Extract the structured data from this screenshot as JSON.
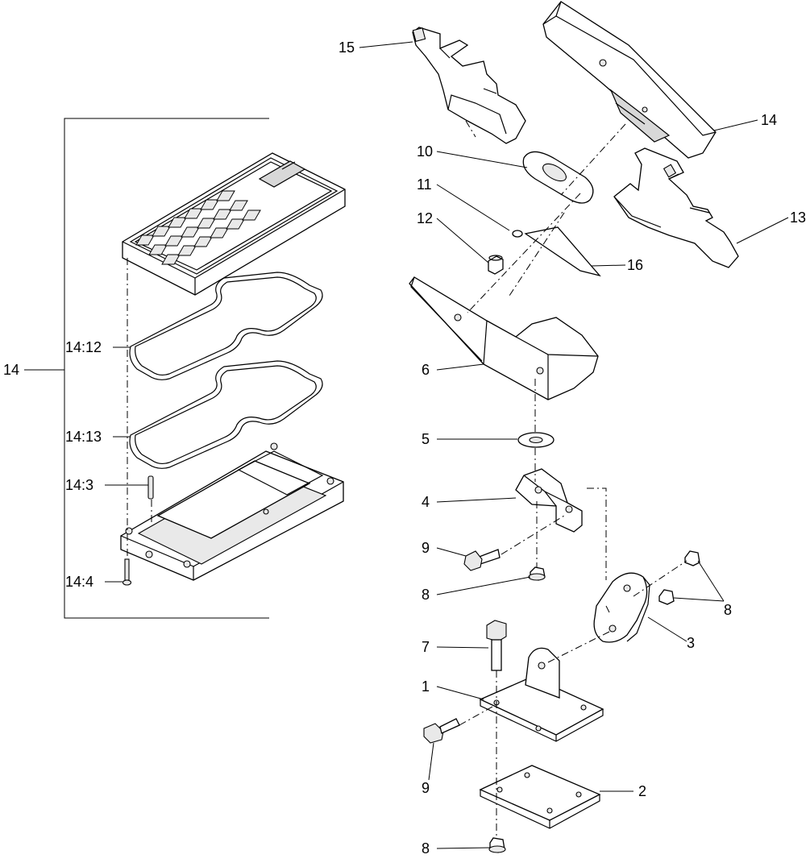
{
  "labels": {
    "l14_main": "14",
    "l14_12": "14:12",
    "l14_13": "14:13",
    "l14_3": "14:3",
    "l14_4": "14:4",
    "l15": "15",
    "l14": "14",
    "l10": "10",
    "l11": "11",
    "l12": "12",
    "l16": "16",
    "l13": "13",
    "l6": "6",
    "l5": "5",
    "l4": "4",
    "l9a": "9",
    "l8a": "8",
    "l8b": "8",
    "l3": "3",
    "l7": "7",
    "l1": "1",
    "l9b": "9",
    "l2": "2",
    "l8c": "8"
  }
}
